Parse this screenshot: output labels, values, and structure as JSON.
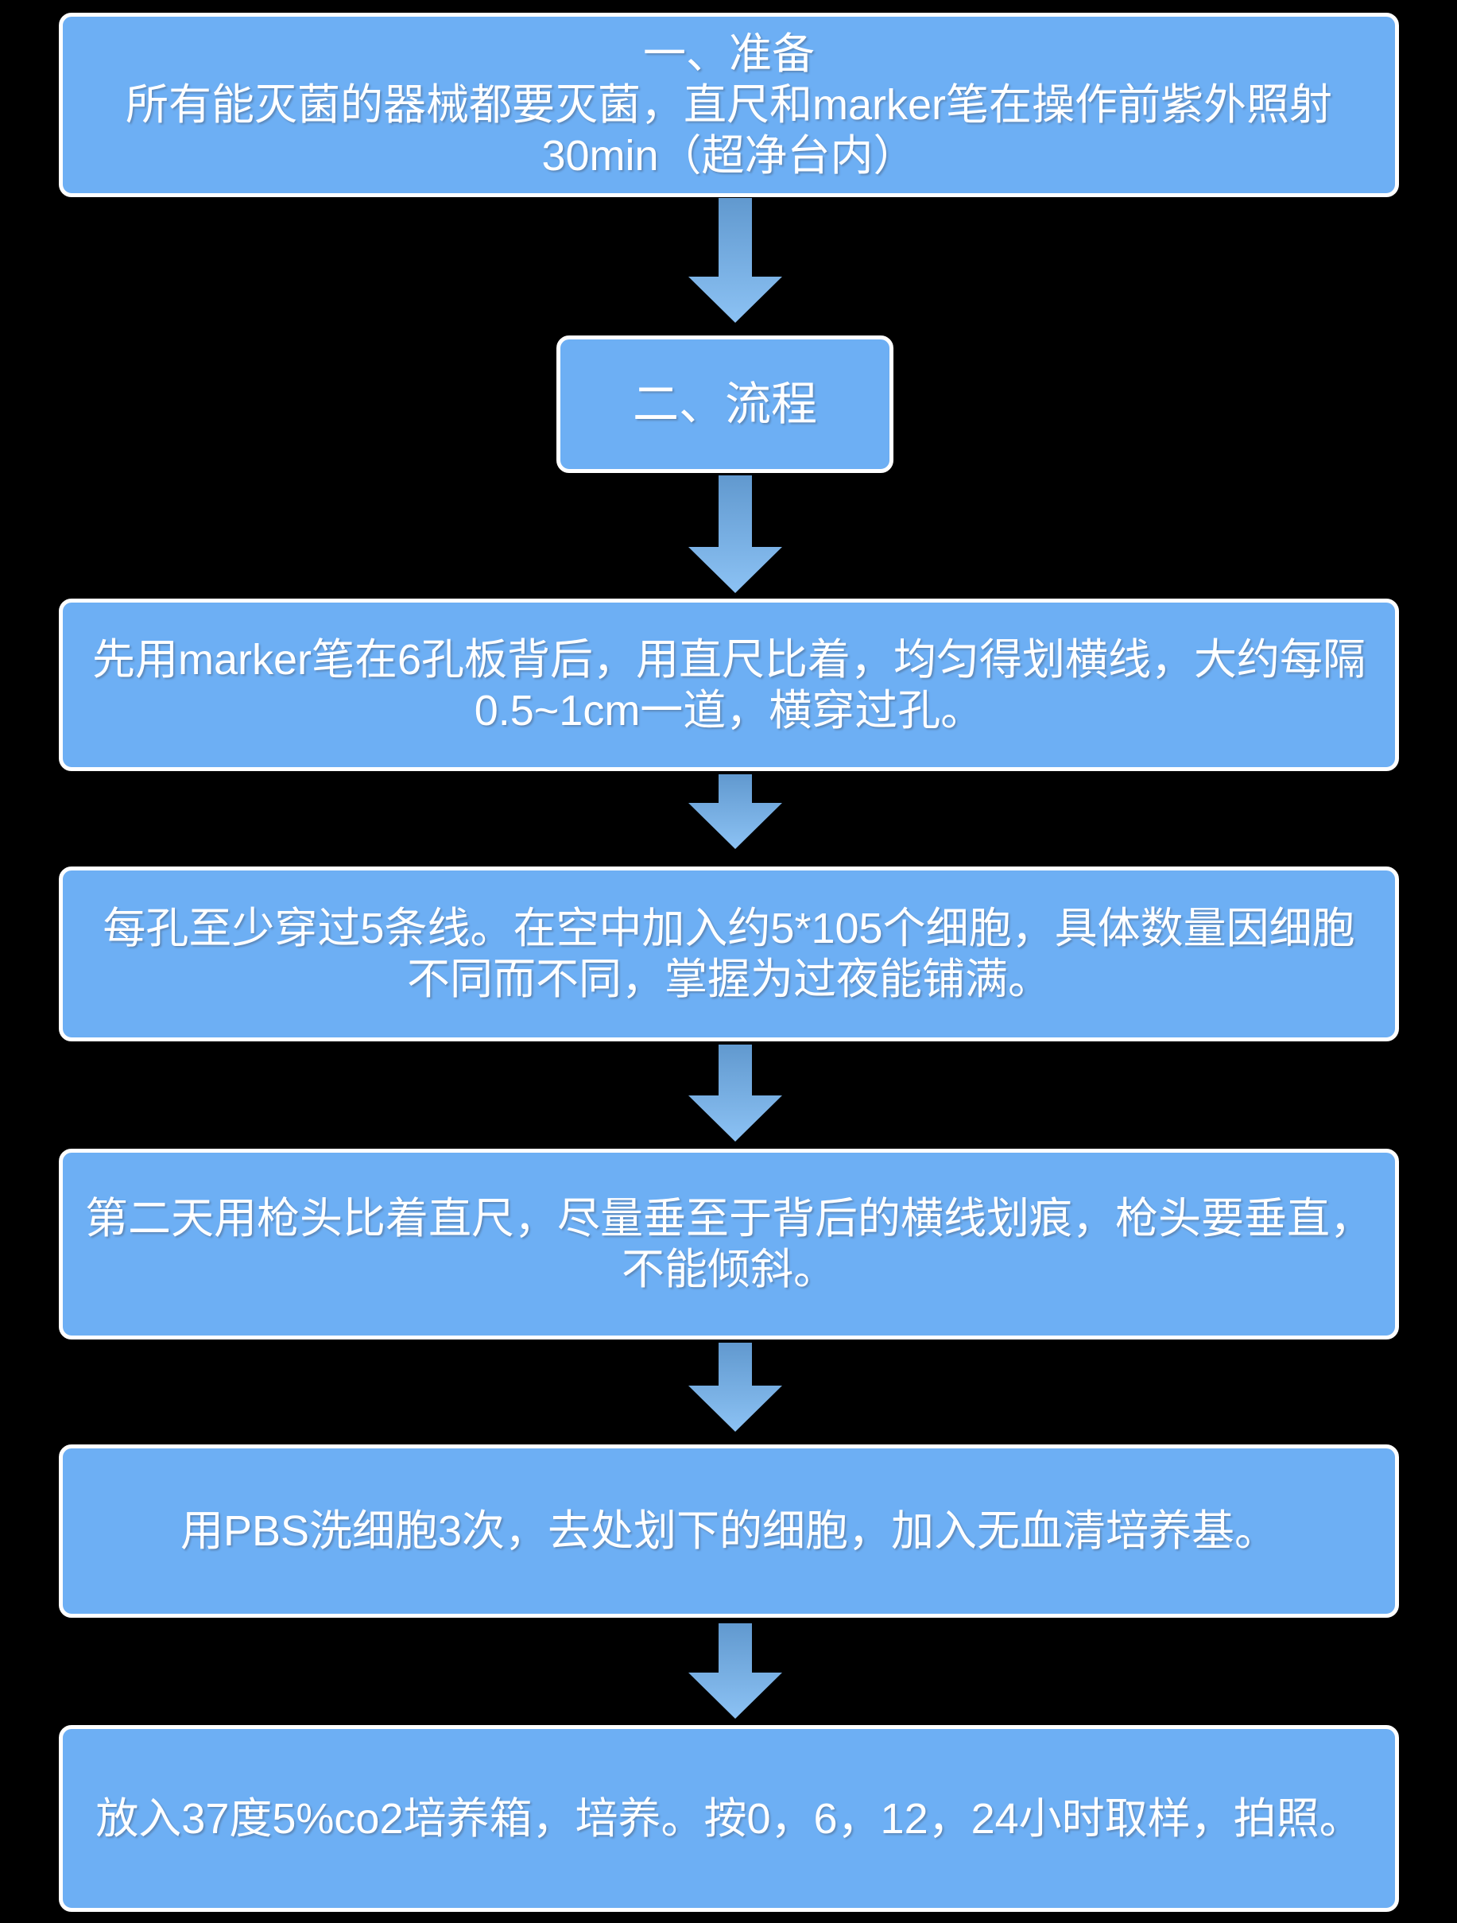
{
  "palette": {
    "background": "#000000",
    "node_fill": "#6DAFF4",
    "node_border": "#FFFFFF",
    "text_color": "#FFFFFF",
    "arrow_gradient_top": "#6199CF",
    "arrow_gradient_bottom": "#8CC2F4"
  },
  "nodes": [
    {
      "name": "preparation",
      "lines": [
        "一、准备",
        "所有能灭菌的器械都要灭菌，直尺和marker笔在操作前紫外照射",
        "30min（超净台内）"
      ]
    },
    {
      "name": "process-header",
      "lines": [
        "二、流程"
      ]
    },
    {
      "name": "step-draw-lines",
      "lines": [
        "先用marker笔在6孔板背后，用直尺比着，均匀得划横线，大约每隔",
        "0.5~1cm一道，横穿过孔。"
      ]
    },
    {
      "name": "step-seed-cells",
      "lines": [
        "每孔至少穿过5条线。在空中加入约5*105个细胞，具体数量因细胞",
        "不同而不同，掌握为过夜能铺满。"
      ]
    },
    {
      "name": "step-scratch",
      "lines": [
        "第二天用枪头比着直尺，尽量垂至于背后的横线划痕，枪头要垂直，",
        "不能倾斜。"
      ]
    },
    {
      "name": "step-wash",
      "lines": [
        "用PBS洗细胞3次，去处划下的细胞，加入无血清培养基。"
      ]
    },
    {
      "name": "step-incubate",
      "lines": [
        "放入37度5%co2培养箱，培养。按0，6，12，24小时取样，拍照。"
      ]
    }
  ]
}
